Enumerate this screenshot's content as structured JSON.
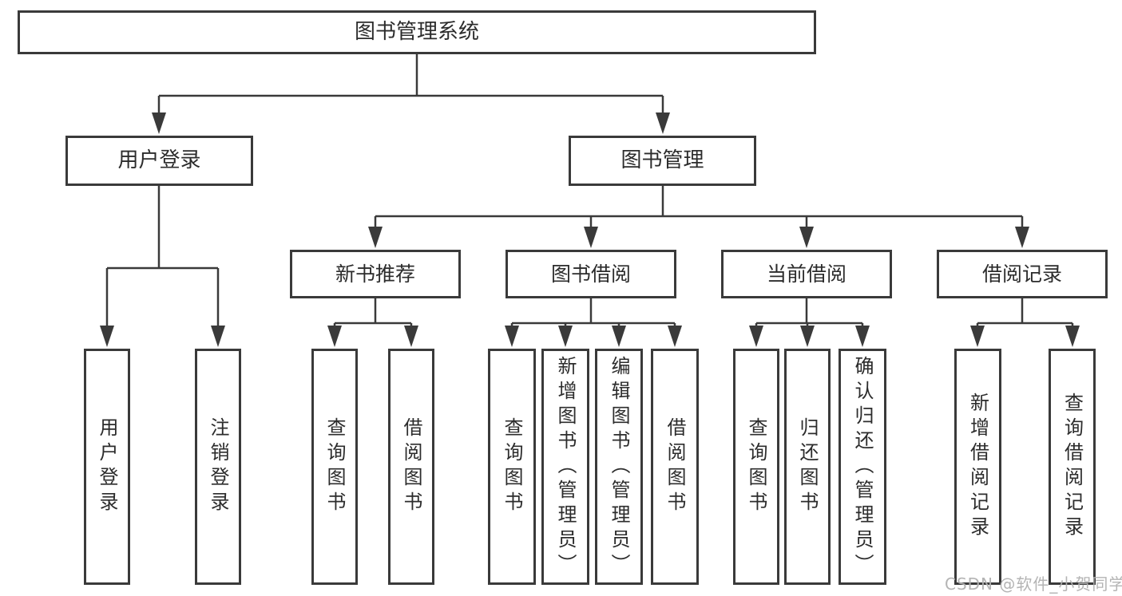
{
  "tree": {
    "root": "图书管理系统",
    "branches": [
      {
        "label": "用户登录",
        "children": [
          "用户登录",
          "注销登录"
        ]
      },
      {
        "label": "图书管理",
        "groups": [
          {
            "label": "新书推荐",
            "children": [
              "查询图书",
              "借阅图书"
            ]
          },
          {
            "label": "图书借阅",
            "children": [
              "查询图书",
              "新增图书（管理员）",
              "编辑图书（管理员）",
              "借阅图书"
            ]
          },
          {
            "label": "当前借阅",
            "children": [
              "查询图书",
              "归还图书",
              "确认归还（管理员）"
            ]
          },
          {
            "label": "借阅记录",
            "children": [
              "新增借阅记录",
              "查询借阅记录"
            ]
          }
        ]
      }
    ]
  },
  "watermark": {
    "text": "CSDN @软件_小贺同学"
  },
  "colors": {
    "ink": "#3a3a3a",
    "text": "#2c2c2c",
    "background": "#ffffff",
    "watermark": "#b0b0b0"
  }
}
